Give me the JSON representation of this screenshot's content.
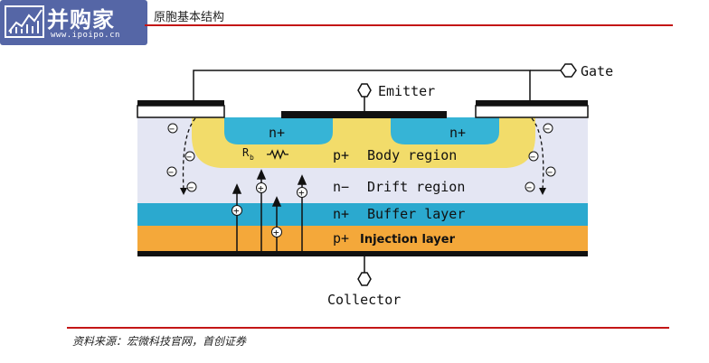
{
  "header": {
    "logo_text": "并购家",
    "logo_url_text": "www.ipoipo.cn",
    "title": "原胞基本结构"
  },
  "diagram": {
    "labels": {
      "gate": "Gate",
      "emitter": "Emitter",
      "collector": "Collector",
      "n_plus_left": "n+",
      "n_plus_right": "n+",
      "rb": "R",
      "rb_sub": "b",
      "p_plus": "p+",
      "body_region": "Body region",
      "n_minus": "n−",
      "drift_region": "Drift region",
      "n_plus_buffer": "n+",
      "buffer_layer": "Buffer layer",
      "p_plus_injection": "p+",
      "injection_layer": "Injection layer",
      "minus_sign": "−",
      "plus_sign": "+"
    },
    "colors": {
      "body": "#f2dc6a",
      "drift": "#e4e6f3",
      "buffer": "#2ba9cf",
      "injection": "#f4a83a",
      "n_plus": "#36b4d6",
      "metal": "#111111"
    }
  },
  "footer": {
    "source": "资料来源：宏微科技官网，首创证券"
  }
}
